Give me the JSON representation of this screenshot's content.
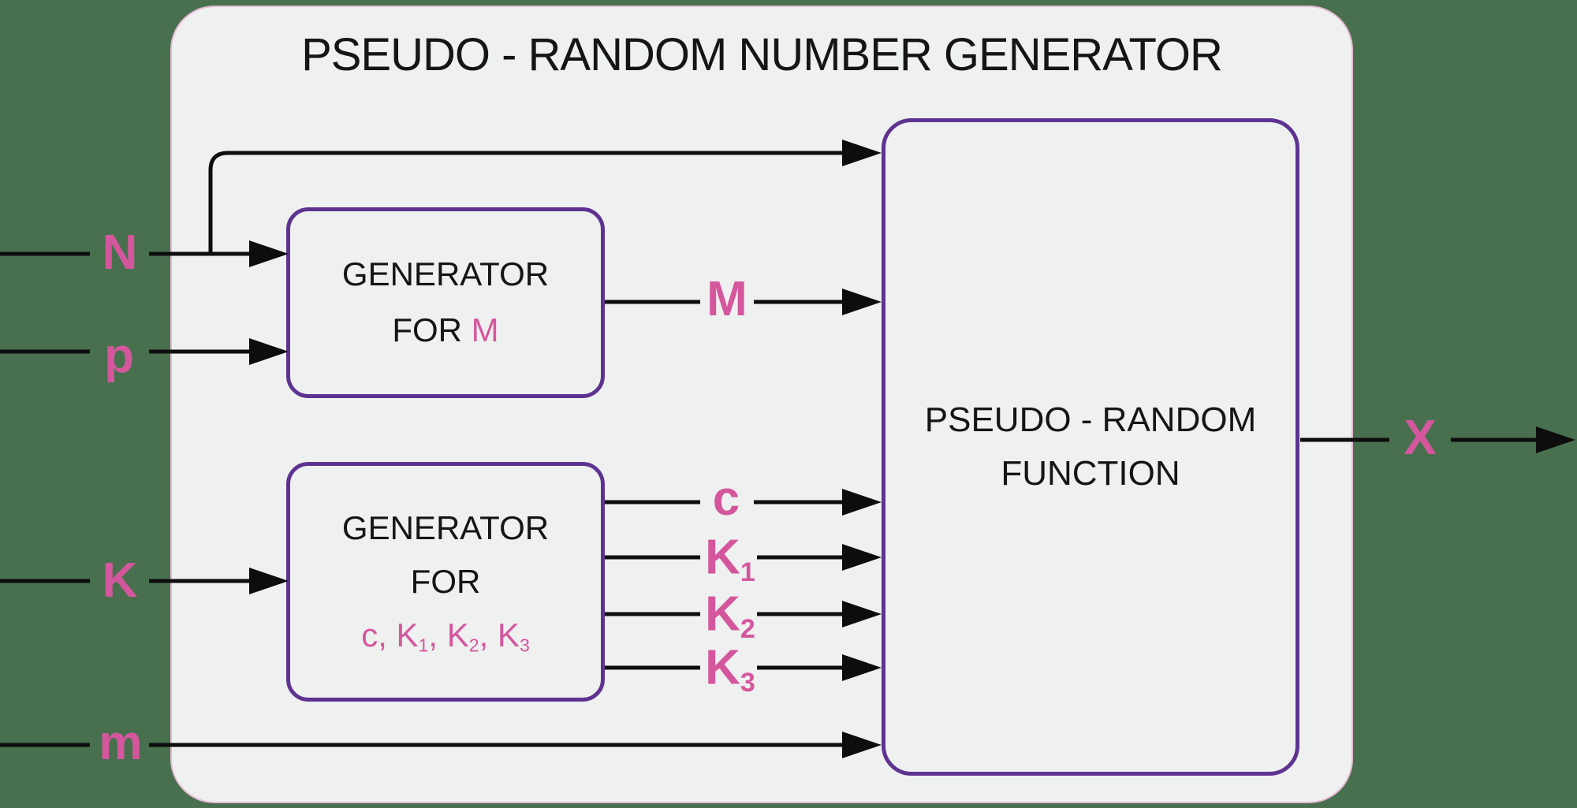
{
  "title": "PSEUDO - RANDOM NUMBER GENERATOR",
  "boxes": {
    "gen_m": {
      "line1": "GENERATOR",
      "line2_prefix": "FOR ",
      "line2_value": "M"
    },
    "gen_ck": {
      "line1": "GENERATOR",
      "line2": "FOR",
      "values": {
        "t1": "c, K",
        "s1": "1",
        "t2": ", K",
        "s2": "2",
        "t3": ", K",
        "s3": "3"
      }
    },
    "prf": {
      "line1": "PSEUDO - RANDOM",
      "line2": "FUNCTION"
    }
  },
  "signals": {
    "n": "N",
    "p": "p",
    "k": "K",
    "m": "m",
    "m_out": "M",
    "c": "c",
    "k1": {
      "base": "K",
      "sub": "1"
    },
    "k2": {
      "base": "K",
      "sub": "2"
    },
    "k3": {
      "base": "K",
      "sub": "3"
    },
    "x": "X"
  },
  "colors": {
    "background_green": "#48704F",
    "panel_gray": "#EFF0F0",
    "box_border_purple": "#5E3390",
    "accent_pink": "#D4579D",
    "wire_black": "#0D0D0D"
  }
}
